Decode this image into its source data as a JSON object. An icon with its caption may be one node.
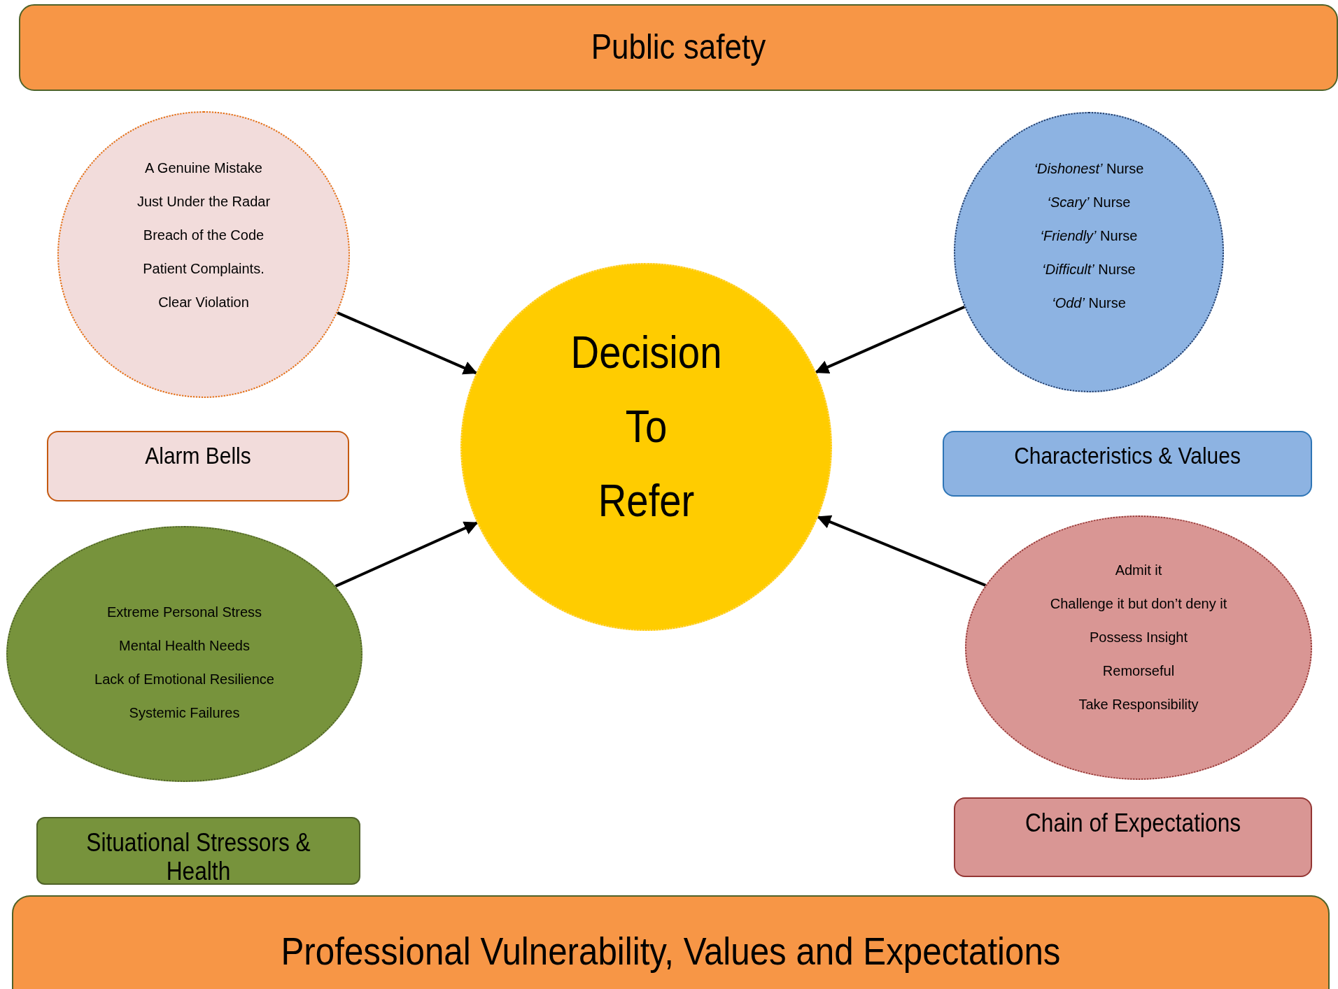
{
  "diagram": {
    "nodes": [
      {
        "text": [
          "Public safety"
        ]
      },
      {
        "text": [
          "A Genuine Mistake",
          "Just Under the Radar",
          "Breach of the Code",
          "Patient Complaints.",
          "Clear Violation"
        ]
      },
      {
        "text": [
          "*‘Dishonest’* Nurse",
          "*‘Scary’* Nurse",
          "*‘Friendly’* Nurse",
          "*‘Difficult’* Nurse",
          "*‘Odd’* Nurse"
        ]
      },
      {
        "text": [
          "Alarm Bells"
        ]
      },
      {
        "text": [
          "Characteristics & Values"
        ]
      },
      {
        "text": [
          "Decision",
          "To",
          "Refer"
        ]
      },
      {
        "text": [
          "Extreme Personal Stress",
          "Mental Health Needs",
          "Lack of Emotional Resilience",
          "Systemic Failures"
        ]
      },
      {
        "text": [
          "Admit it",
          "Challenge it but don’t deny it",
          "Possess Insight",
          "Remorseful",
          "Take Responsibility"
        ]
      },
      {
        "text": [
          "Situational Stressors & Health"
        ]
      },
      {
        "text": [
          "Chain of Expectations"
        ]
      },
      {
        "text": [
          "Professional Vulnerability, Values and Expectations"
        ]
      }
    ],
    "edges": [
      {
        "from": 1,
        "to": 5,
        "arrow": "to"
      },
      {
        "from": 2,
        "to": 5,
        "arrow": "to"
      },
      {
        "from": 6,
        "to": 5,
        "arrow": "to"
      },
      {
        "from": 7,
        "to": 5,
        "arrow": "to"
      }
    ]
  }
}
